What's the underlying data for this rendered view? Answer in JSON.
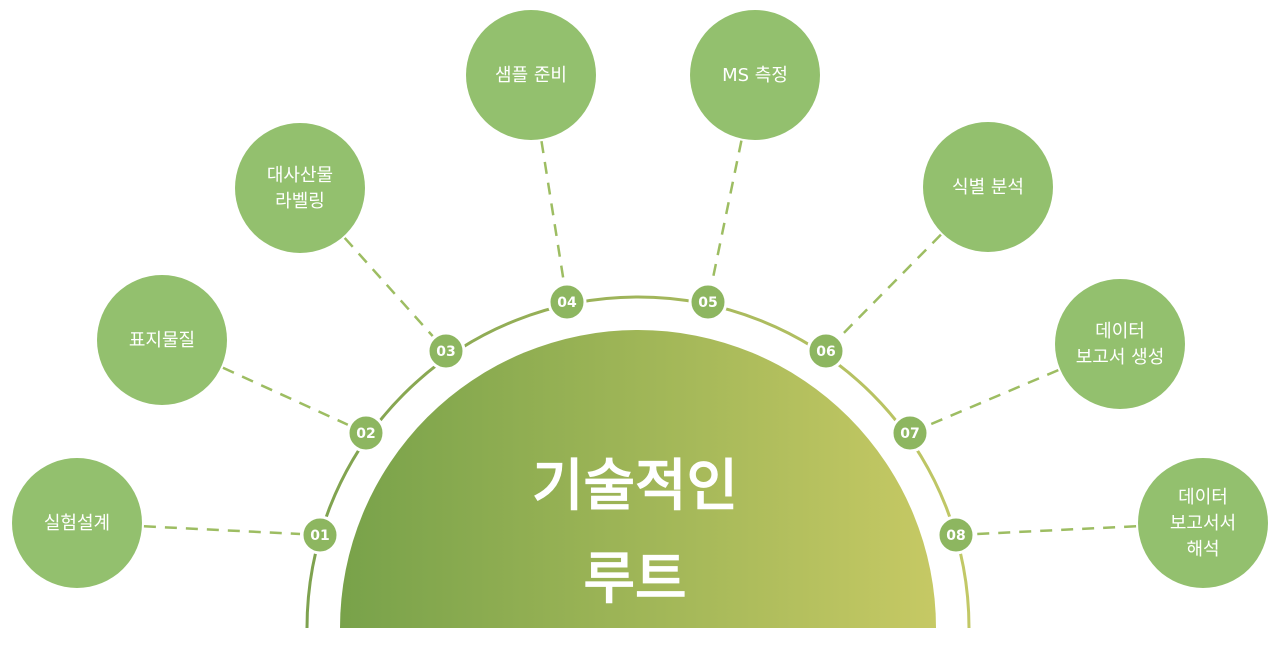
{
  "colors": {
    "circle": "#93c06e",
    "num_badge": "#8db660",
    "arc_start": "#7ea24f",
    "arc_end": "#c2c866",
    "center_start": "#78a24a",
    "center_end": "#c6c964",
    "connector": "#9dbd62"
  },
  "center": {
    "title_line1": "기술적인",
    "title_line2": "루트"
  },
  "steps": [
    {
      "num": "01",
      "lines": [
        "실험설계"
      ]
    },
    {
      "num": "02",
      "lines": [
        "표지물질"
      ]
    },
    {
      "num": "03",
      "lines": [
        "대사산물",
        "라벨링"
      ]
    },
    {
      "num": "04",
      "lines": [
        "샘플 준비"
      ]
    },
    {
      "num": "05",
      "lines": [
        "MS 측정"
      ]
    },
    {
      "num": "06",
      "lines": [
        "식별 분석"
      ]
    },
    {
      "num": "07",
      "lines": [
        "데이터",
        "보고서 생성"
      ]
    },
    {
      "num": "08",
      "lines": [
        "데이터",
        "보고서서",
        "해석"
      ]
    }
  ]
}
